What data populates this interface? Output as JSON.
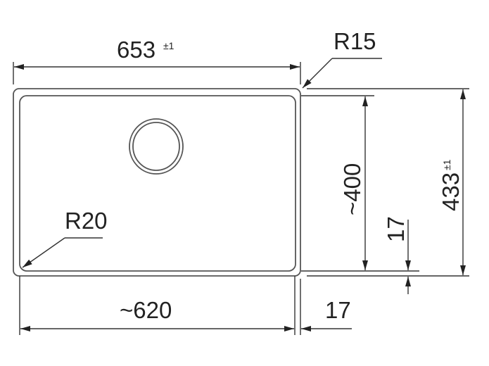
{
  "drawing": {
    "overall_width": "653",
    "overall_width_tolerance": "±1",
    "overall_depth": "433",
    "overall_depth_tolerance": "±1",
    "bowl_width": "~620",
    "bowl_depth": "~400",
    "rim_side": "17",
    "rim_bottom": "17",
    "outer_radius": "R15",
    "bowl_radius": "R20"
  }
}
